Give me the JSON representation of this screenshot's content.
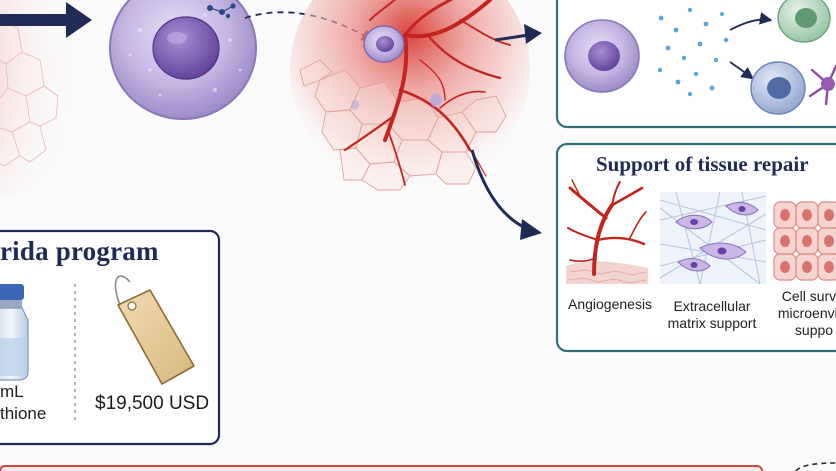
{
  "program_panel": {
    "title": "rida program",
    "vial_line_1": "mL",
    "vial_line_2": "thione",
    "price": "$19,500 USD"
  },
  "repair_panel": {
    "title": "Support of tissue repair",
    "items": [
      {
        "label_1": "Angiogenesis",
        "label_2": ""
      },
      {
        "label_1": "Extracellular",
        "label_2": "matrix support"
      },
      {
        "label_1": "Cell surviv",
        "label_2": "microenviro",
        "label_3": "suppo"
      }
    ]
  },
  "colors": {
    "navy": "#1f2a55",
    "panel_border": "#2f6f7e",
    "bottom_band": "#c94a42",
    "cell_purple": "#9b88c4",
    "tissue_red": "#c9332e"
  }
}
